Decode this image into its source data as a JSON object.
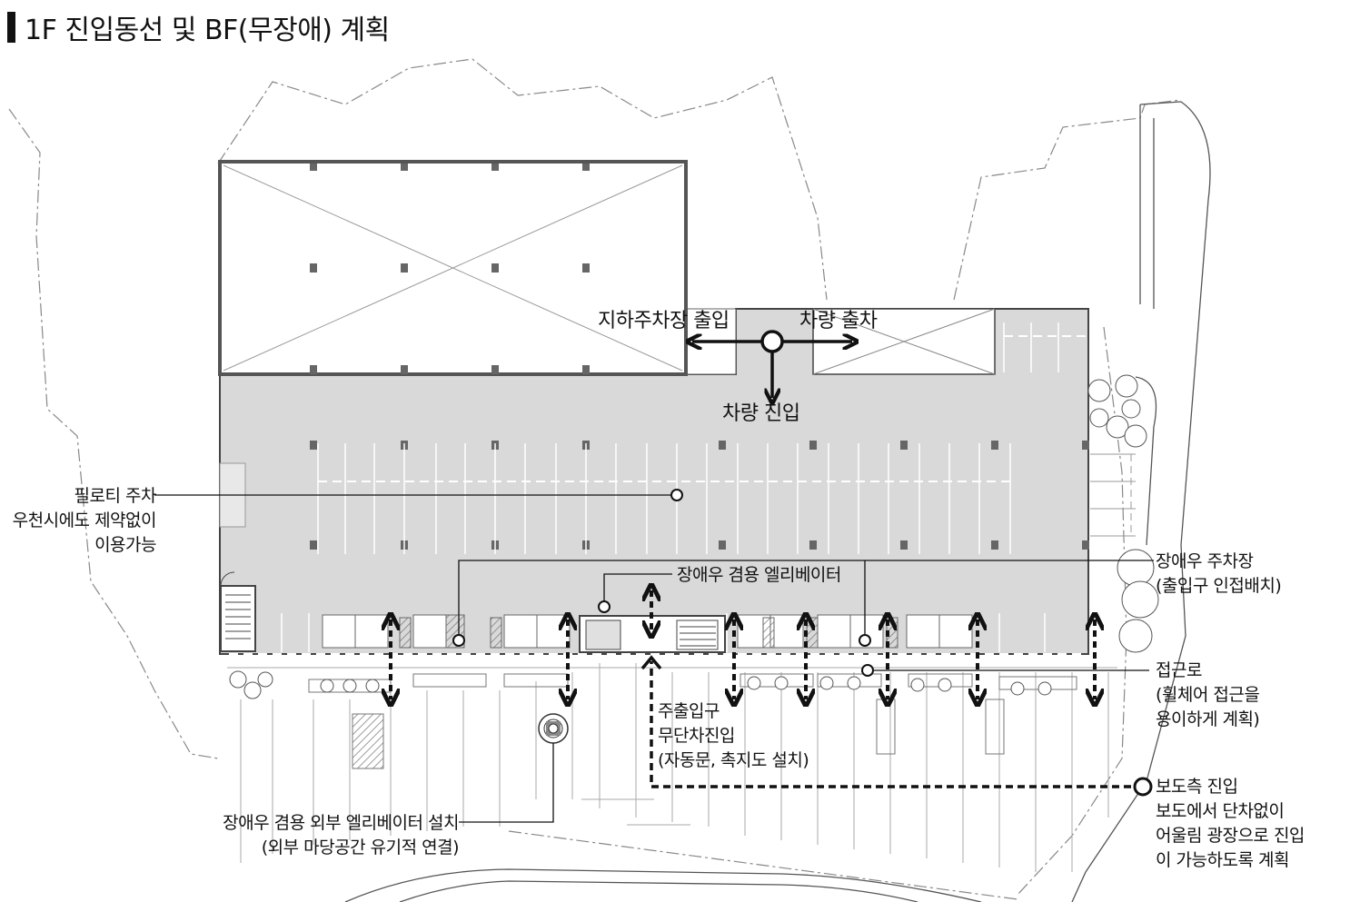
{
  "title": "1F 진입동선 및 BF(무장애) 계획",
  "labels": {
    "parking_entry": "지하주차장 출입",
    "vehicle_exit": "차량 출차",
    "vehicle_entry": "차량 진입",
    "piloti": [
      "필로티 주차",
      "우천시에도 제약없이",
      "이용가능"
    ],
    "elevator": "장애우 겸용 엘리베이터",
    "disabled_parking": [
      "장애우 주차장",
      "(출입구 인접배치)"
    ],
    "access_road": [
      "접근로",
      "(휠체어 접근을",
      "용이하게 계획)"
    ],
    "main_entrance": [
      "주출입구",
      "무단차진입",
      "(자동문, 촉지도 설치)"
    ],
    "sidewalk_entry": [
      "보도측 진입",
      "보도에서 단차없이",
      "어울림 광장으로 진입",
      "이 가능하도록 계획"
    ],
    "outdoor_elevator": [
      "장애우 겸용 외부 엘리베이터 설치",
      "(외부 마당공간 유기적 연결)"
    ]
  }
}
